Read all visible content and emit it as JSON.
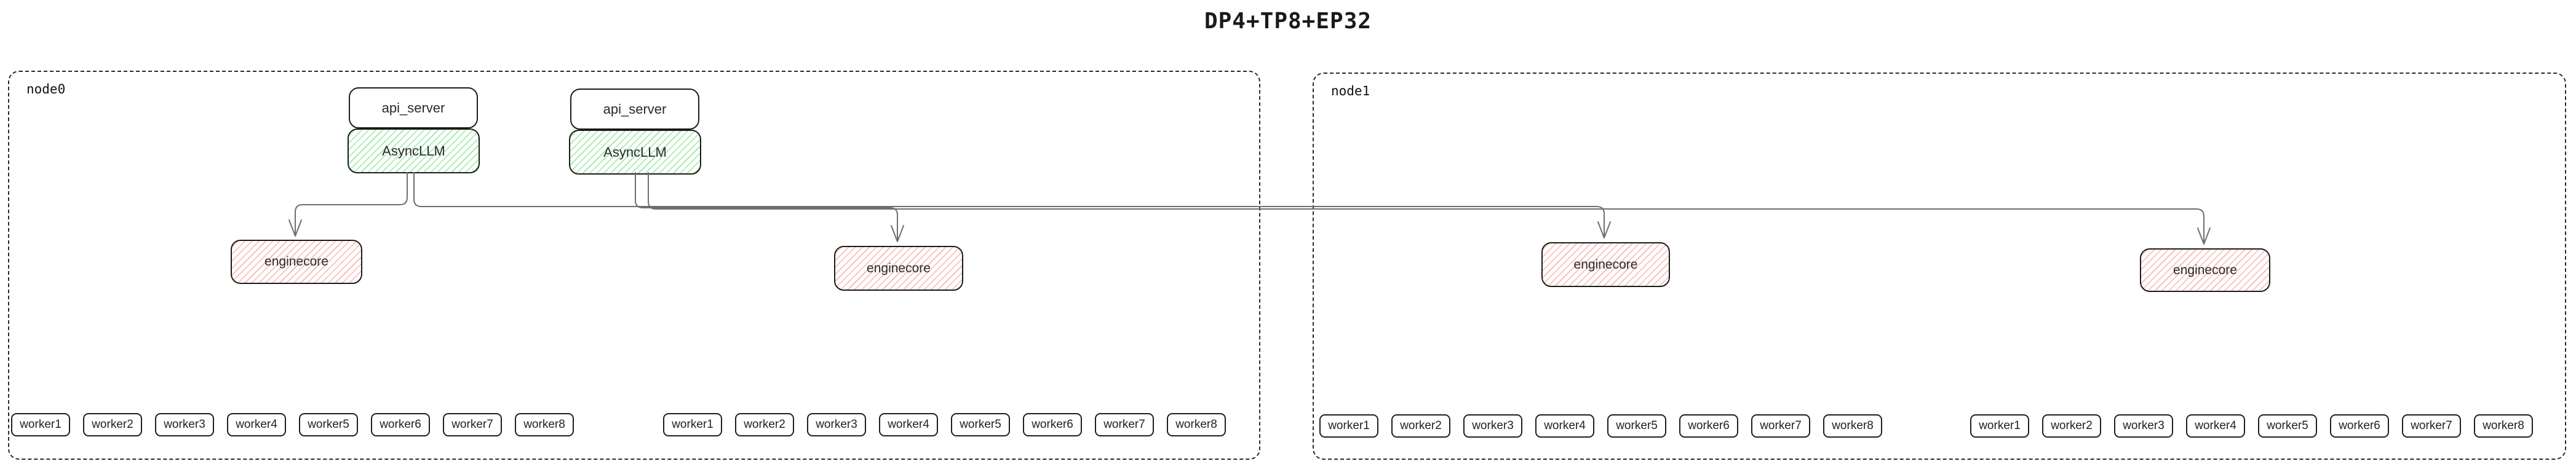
{
  "title": "DP4+TP8+EP32",
  "colors": {
    "box_border": "#1b1b1b",
    "node_border": "#2b2b2b",
    "green_hatch": "#98e89f",
    "pink_hatch": "#f7b6ae",
    "edge": "#6e6e6e"
  },
  "nodes": [
    {
      "label": "node0",
      "api_pairs": [
        {
          "api_server": "api_server",
          "async_llm": "AsyncLLM"
        },
        {
          "api_server": "api_server",
          "async_llm": "AsyncLLM"
        }
      ],
      "enginecores": [
        "enginecore",
        "enginecore"
      ],
      "worker_rows": [
        [
          "worker1",
          "worker2",
          "worker3",
          "worker4",
          "worker5",
          "worker6",
          "worker7",
          "worker8"
        ],
        [
          "worker1",
          "worker2",
          "worker3",
          "worker4",
          "worker5",
          "worker6",
          "worker7",
          "worker8"
        ]
      ]
    },
    {
      "label": "node1",
      "api_pairs": [],
      "enginecores": [
        "enginecore",
        "enginecore"
      ],
      "worker_rows": [
        [
          "worker1",
          "worker2",
          "worker3",
          "worker4",
          "worker5",
          "worker6",
          "worker7",
          "worker8"
        ],
        [
          "worker1",
          "worker2",
          "worker3",
          "worker4",
          "worker5",
          "worker6",
          "worker7",
          "worker8"
        ]
      ]
    }
  ],
  "edges": [
    {
      "from": "node0 AsyncLLM 1",
      "to": "node0 enginecore 1"
    },
    {
      "from": "node0 AsyncLLM 1",
      "to": "node1 enginecore 1"
    },
    {
      "from": "node0 AsyncLLM 2",
      "to": "node0 enginecore 2"
    },
    {
      "from": "node0 AsyncLLM 2",
      "to": "node1 enginecore 2"
    }
  ]
}
